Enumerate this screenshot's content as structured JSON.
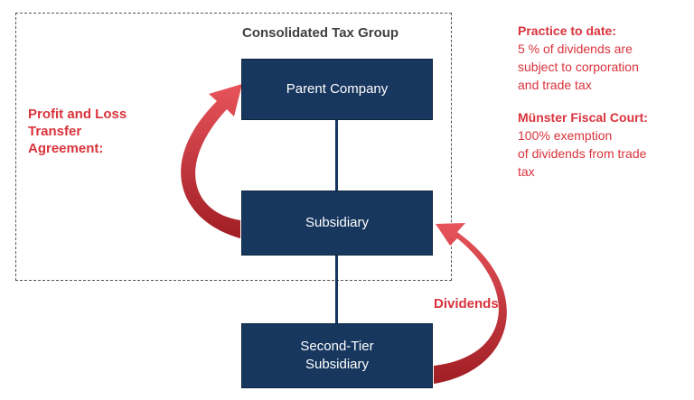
{
  "group": {
    "title": "Consolidated Tax  Group"
  },
  "nodes": {
    "parent": "Parent Company",
    "subsidiary": "Subsidiary",
    "second_tier": "Second-Tier\nSubsidiary"
  },
  "arrows": {
    "profit_loss": "Profit and Loss\nTransfer\nAgreement:",
    "dividends": "Dividends"
  },
  "notes": {
    "practice_heading": "Practice to date:",
    "practice_body": "5 % of dividends are\nsubject to corporation\nand trade tax",
    "court_heading": "Münster Fiscal Court:",
    "court_body": "100% exemption\nof dividends from trade\ntax"
  },
  "colors": {
    "box": "#17375e",
    "accent": "#d9333c",
    "arrow_light": "#e8545b",
    "arrow_dark": "#a01e24"
  }
}
